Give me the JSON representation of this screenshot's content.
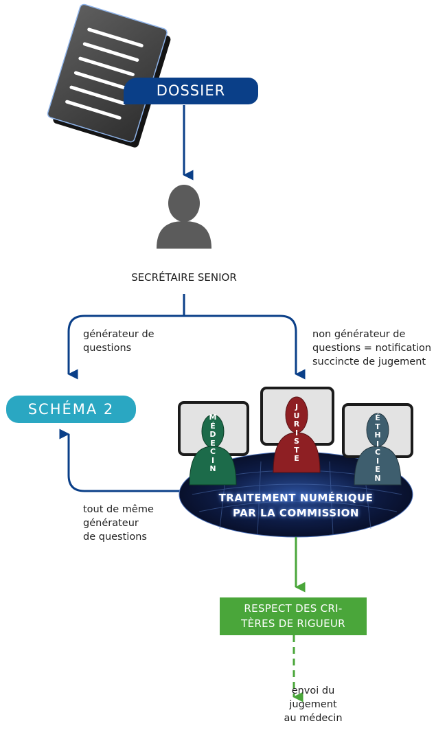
{
  "dossier": {
    "label": "DOSSIER"
  },
  "secretary": {
    "label": "SECRÉTAIRE SENIOR"
  },
  "branches": {
    "left": "générateur de\nquestions",
    "right": "non générateur de\nquestions = notification\nsuccincte de jugement",
    "back": "tout de même\ngénérateur\nde questions"
  },
  "schema": {
    "label": "SCHÉMA 2"
  },
  "commission": {
    "label_line1": "TRAITEMENT NUMÉRIQUE",
    "label_line2": "PAR LA COMMISSION",
    "members": [
      {
        "name": "MÉDECIN",
        "color": "#1c6b4a"
      },
      {
        "name": "JURISTE",
        "color": "#8e1f23"
      },
      {
        "name": "ÉTHICIEN",
        "color": "#3e5e6e"
      }
    ]
  },
  "criteria": {
    "line1": "RESPECT DES CRI-",
    "line2": "TÈRES DE RIGUEUR"
  },
  "result": {
    "label": "envoi du\njugement\nau médecin"
  },
  "colors": {
    "navy": "#0a3f88",
    "teal": "#2aa7c2",
    "green": "#4aa63a",
    "grey": "#5b5b5b"
  }
}
